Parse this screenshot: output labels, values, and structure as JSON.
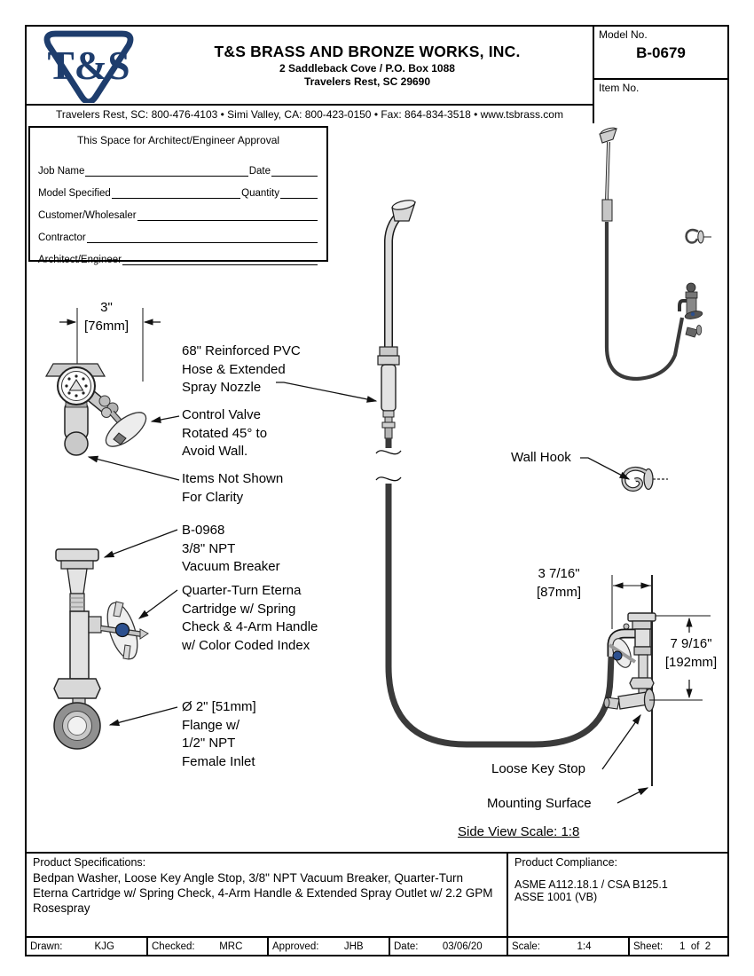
{
  "page": {
    "background": "#ffffff",
    "line_color": "#000000"
  },
  "header": {
    "logo": {
      "text": "T&S",
      "color": "#1e3d6d"
    },
    "company_name": "T&S BRASS AND BRONZE WORKS, INC.",
    "address_line1": "2 Saddleback Cove / P.O. Box 1088",
    "address_line2": "Travelers Rest, SC  29690",
    "contact_line": "Travelers Rest, SC: 800-476-4103 • Simi Valley, CA: 800-423-0150 • Fax: 864-834-3518 • www.tsbrass.com",
    "model_no_label": "Model No.",
    "model_no_value": "B-0679",
    "item_no_label": "Item No.",
    "item_no_value": ""
  },
  "approval_box": {
    "title": "This Space for Architect/Engineer Approval",
    "rows": [
      {
        "label": "Job Name",
        "label2": "Date"
      },
      {
        "label": "Model Specified",
        "label2": "Quantity"
      },
      {
        "label": "Customer/Wholesaler"
      },
      {
        "label": "Contractor"
      },
      {
        "label": "Architect/Engineer"
      }
    ]
  },
  "drawing": {
    "dim_width": {
      "imperial": "3\"",
      "metric": "[76mm]"
    },
    "callout_hose": "68\" Reinforced PVC\nHose & Extended\nSpray Nozzle",
    "callout_control_valve": "Control Valve\nRotated 45° to\nAvoid Wall.",
    "callout_items_not_shown": "Items Not Shown\nFor Clarity",
    "callout_vacuum_breaker": "B-0968\n3/8\" NPT\nVacuum Breaker",
    "callout_cartridge": "Quarter-Turn Eterna\nCartridge w/ Spring\nCheck & 4-Arm Handle\nw/ Color Coded Index",
    "callout_flange": "Ø 2\" [51mm]\nFlange w/\n1/2\" NPT\nFemale Inlet",
    "callout_wall_hook": "Wall Hook",
    "dim_offset": {
      "imperial": "3 7/16\"",
      "metric": "[87mm]"
    },
    "dim_height": {
      "imperial": "7 9/16\"",
      "metric": "[192mm]"
    },
    "callout_loose_key_stop": "Loose Key Stop",
    "callout_mounting_surface": "Mounting Surface",
    "side_view_scale": "Side View Scale: 1:8",
    "handle_index_color": "#2b4f8e",
    "hose_color": "#3a3a3a"
  },
  "product_specifications": {
    "title": "Product Specifications:",
    "body": "Bedpan Washer, Loose Key Angle Stop, 3/8\" NPT Vacuum Breaker, Quarter-Turn Eterna Cartridge w/ Spring Check, 4-Arm Handle & Extended Spray Outlet w/ 2.2 GPM Rosespray"
  },
  "product_compliance": {
    "title": "Product Compliance:",
    "lines": [
      "ASME A112.18.1 / CSA B125.1",
      "ASSE 1001 (VB)"
    ]
  },
  "title_block": {
    "cells": [
      {
        "label": "Drawn:",
        "value": "KJG"
      },
      {
        "label": "Checked:",
        "value": "MRC"
      },
      {
        "label": "Approved:",
        "value": "JHB"
      },
      {
        "label": "Date:",
        "value": "03/06/20"
      },
      {
        "label": "Scale:",
        "value": "1:4"
      },
      {
        "label": "Sheet:",
        "value": "1  of  2"
      }
    ]
  }
}
